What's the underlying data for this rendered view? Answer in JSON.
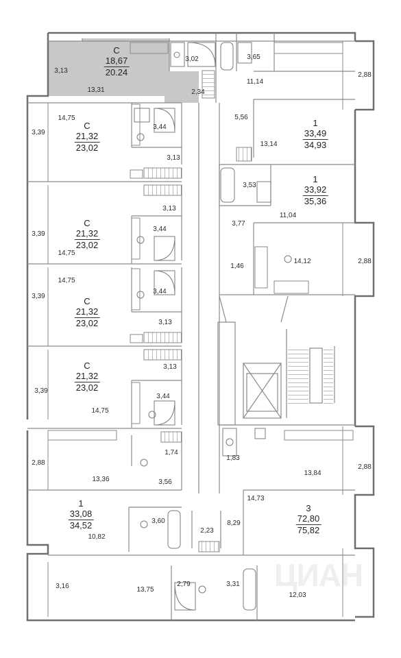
{
  "colors": {
    "wall": "#6e6e6e",
    "highlight": "#c6c6c6",
    "line": "#8a8a8a"
  },
  "apartments": [
    {
      "id": "a1",
      "type": "C",
      "living": "18,67",
      "total": "20.24"
    },
    {
      "id": "a2",
      "type": "C",
      "living": "21,32",
      "total": "23,02"
    },
    {
      "id": "a3",
      "type": "C",
      "living": "21,32",
      "total": "23,02"
    },
    {
      "id": "a4",
      "type": "C",
      "living": "21,32",
      "total": "23,02"
    },
    {
      "id": "a5",
      "type": "C",
      "living": "21,32",
      "total": "23,02"
    },
    {
      "id": "a6",
      "type": "1",
      "living": "33,08",
      "total": "34,52"
    },
    {
      "id": "a7",
      "type": "1",
      "living": "33,49",
      "total": "34,93"
    },
    {
      "id": "a8",
      "type": "1",
      "living": "33,92",
      "total": "35,36"
    },
    {
      "id": "a9",
      "type": "3",
      "living": "72,80",
      "total": "75,82"
    }
  ],
  "room_areas": [
    "3,13",
    "13,31",
    "3,02",
    "2,34",
    "3,65",
    "11,14",
    "2,88",
    "5,56",
    "13,14",
    "14,75",
    "3,39",
    "3,44",
    "3,13",
    "3,53",
    "11,04",
    "3,77",
    "3,13",
    "3,39",
    "3,44",
    "14,75",
    "1,46",
    "14,12",
    "2,88",
    "14,75",
    "3,39",
    "3,44",
    "3,13",
    "3,13",
    "3,39",
    "3,44",
    "14,75",
    "1,74",
    "2,88",
    "13,36",
    "3,56",
    "1,83",
    "13,84",
    "2,88",
    "3,60",
    "10,82",
    "2,23",
    "14,73",
    "8,29",
    "3,16",
    "13,75",
    "2,79",
    "3,31",
    "12,03"
  ],
  "watermark": "ЦИАН"
}
